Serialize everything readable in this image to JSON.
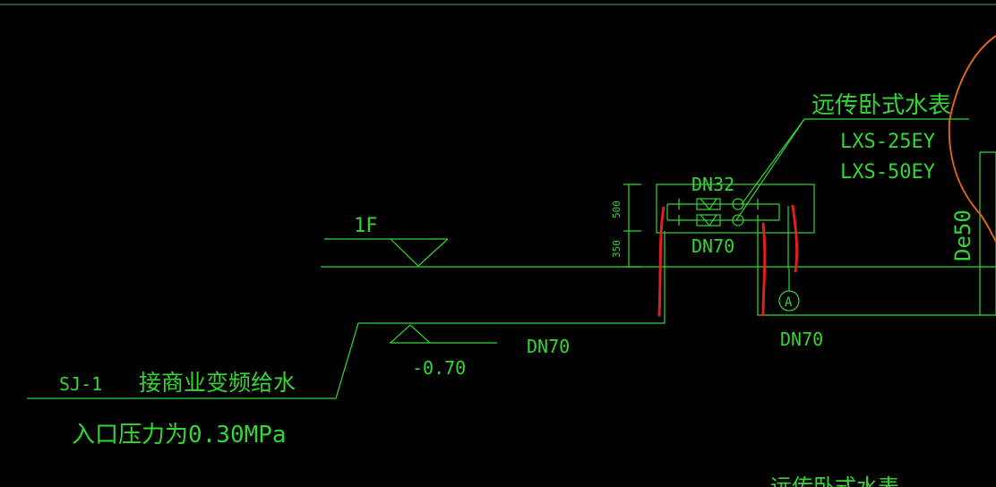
{
  "drawing": {
    "colors": {
      "background": "#000000",
      "line": "#33d633",
      "text": "#33d633",
      "markup_red": "#e0201c",
      "markup_orange": "#e06418",
      "frame": "#4a9a90"
    },
    "labels": {
      "floor_level": "1F",
      "meter_title": "远传卧式水表",
      "meter_model_1": "LXS-25EY",
      "meter_model_2": "LXS-50EY",
      "pipe_dn32": "DN32",
      "pipe_dn70_meter": "DN70",
      "pipe_dn70_lower_mid": "DN70",
      "pipe_dn70_lower_right": "DN70",
      "pipe_de50": "De50",
      "dim_500": "500",
      "dim_350": "350",
      "ground_level": "-0.70",
      "supply_id": "SJ-1",
      "supply_desc": "接商业变频给水",
      "inlet_pressure": "入口压力为0.30MPa",
      "circle_tag": "A",
      "bottom_partial": "远传卧式水表"
    }
  }
}
